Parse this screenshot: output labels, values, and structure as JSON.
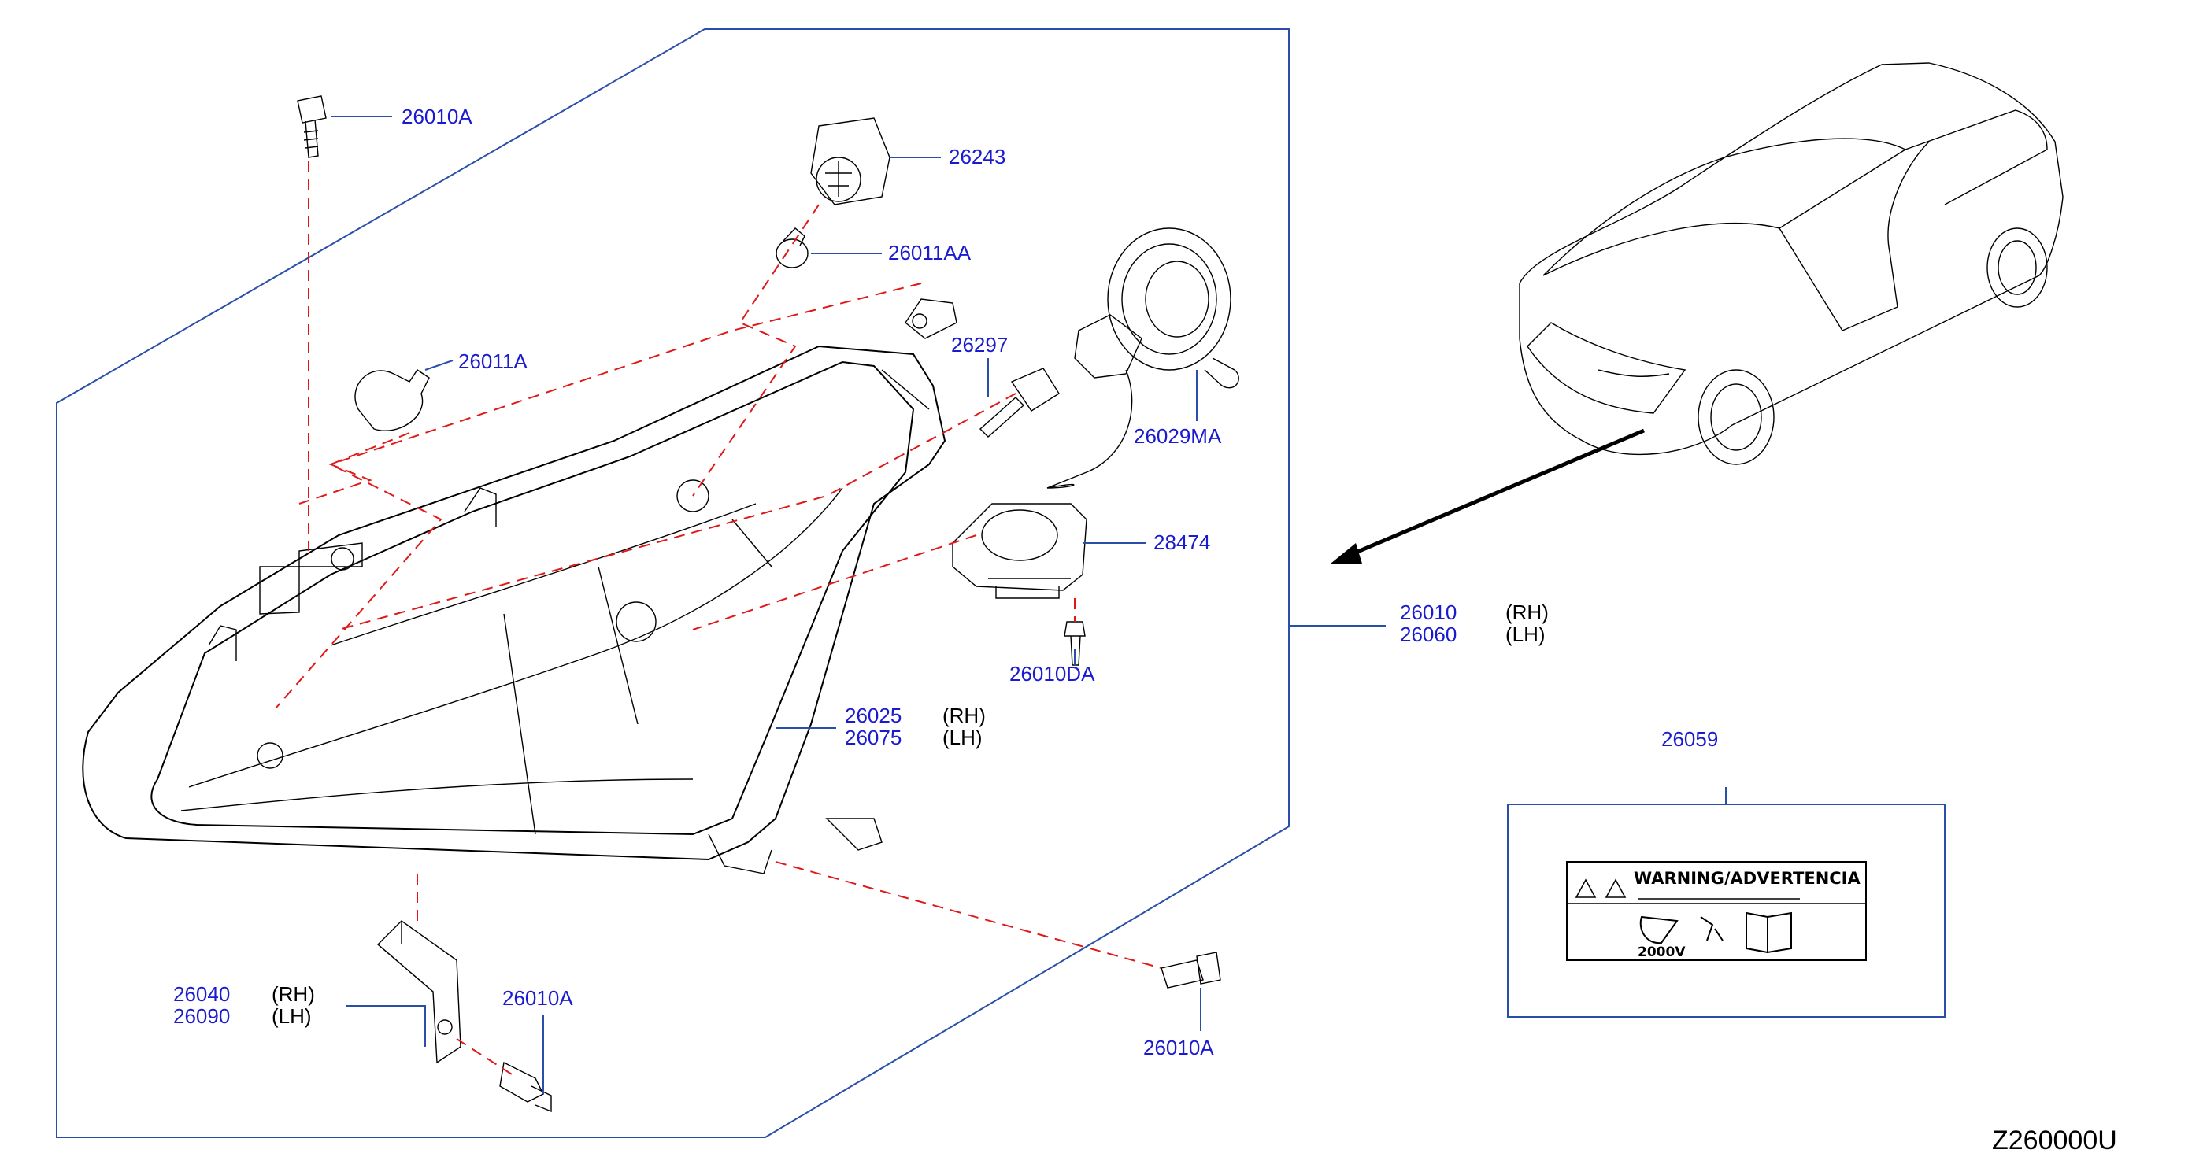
{
  "callouts": {
    "bolt_top": "26010A",
    "socket": "26243",
    "bulb_small": "26011AA",
    "bulb_left": "26011A",
    "hid_bulb": "26297",
    "cap": "26029MA",
    "ballast": "28474",
    "ballast_screw": "26010DA",
    "assembly_rh": "26010",
    "assembly_lh": "26060",
    "lens_rh": "26025",
    "lens_lh": "26075",
    "bracket_rh": "26040",
    "bracket_lh": "26090",
    "bolt_bracket": "26010A",
    "bolt_right": "26010A",
    "label_part": "26059"
  },
  "sides": {
    "rh": "(RH)",
    "lh": "(LH)"
  },
  "warning_label": {
    "title": "WARNING/ADVERTENCIA",
    "voltage": "2000V"
  },
  "figure_code": "Z260000U",
  "colors": {
    "callout_text": "#1a1ad0",
    "leader_line": "#2a4fa8",
    "dashed_guide": "#e01818"
  }
}
